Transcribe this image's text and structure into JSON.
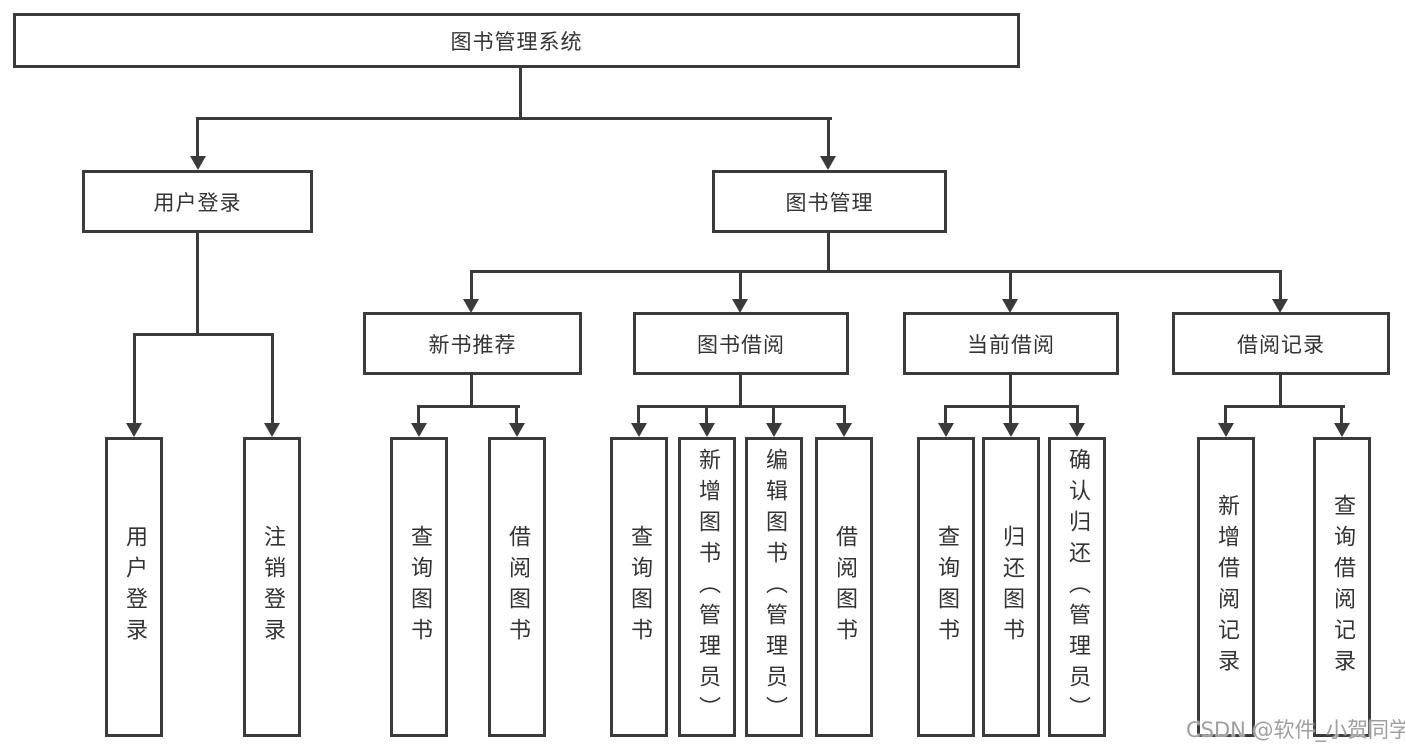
{
  "diagram": {
    "root": "图书管理系统",
    "branches": [
      {
        "label": "用户登录",
        "children": [
          "用户登录",
          "注销登录"
        ]
      },
      {
        "label": "图书管理",
        "sections": [
          {
            "label": "新书推荐",
            "children": [
              "查询图书",
              "借阅图书"
            ]
          },
          {
            "label": "图书借阅",
            "children": [
              "查询图书",
              "新增图书（管理员）",
              "编辑图书（管理员）",
              "借阅图书"
            ]
          },
          {
            "label": "当前借阅",
            "children": [
              "查询图书",
              "归还图书",
              "确认归还（管理员）"
            ]
          },
          {
            "label": "借阅记录",
            "children": [
              "新增借阅记录",
              "查询借阅记录"
            ]
          }
        ]
      }
    ],
    "watermark": "CSDN @软件_小贺同学",
    "colors": {
      "line": "#3a3a3a",
      "text": "#333333",
      "watermark": "#9f9f9f",
      "background": "#ffffff"
    }
  }
}
